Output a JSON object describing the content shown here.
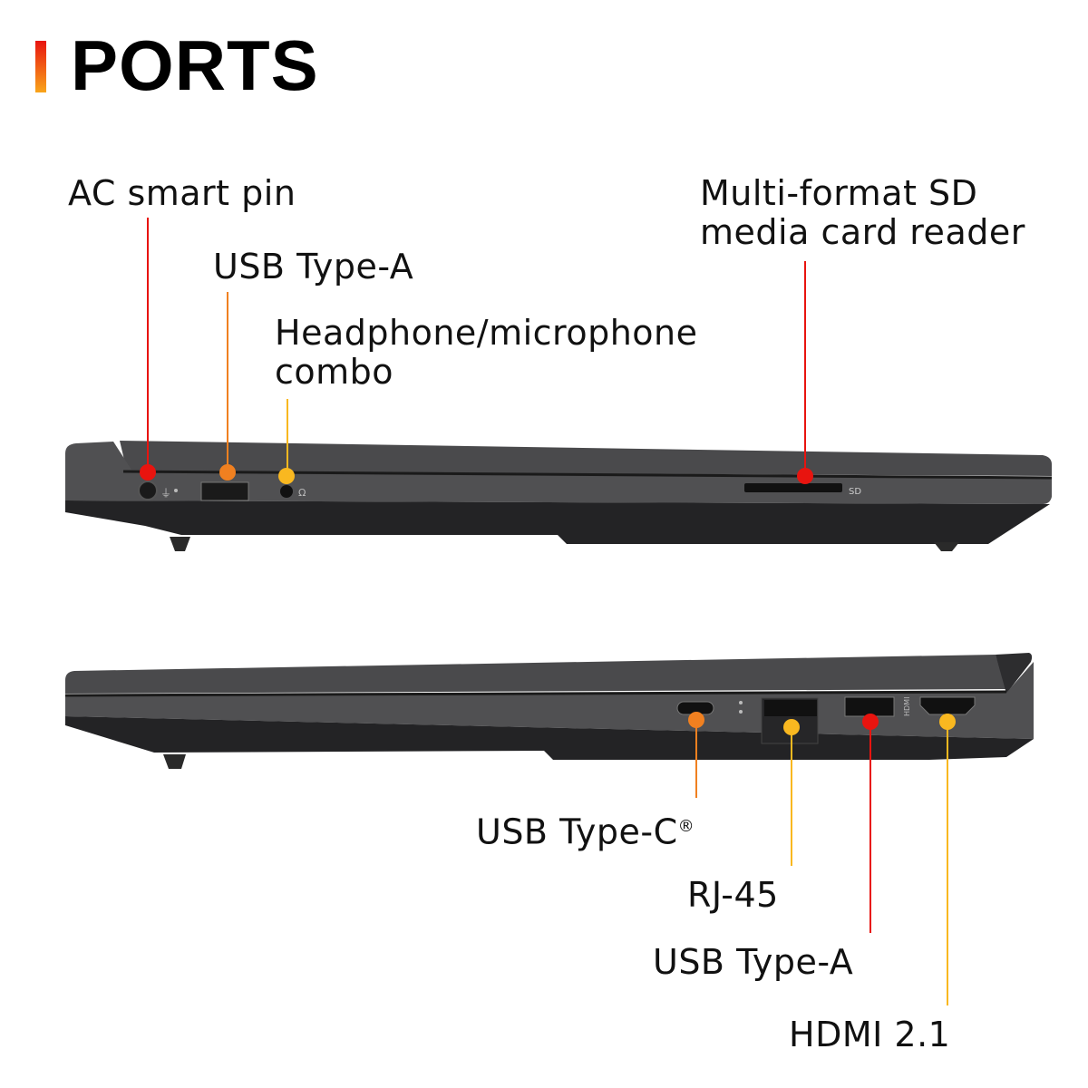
{
  "header": {
    "title": "PORTS"
  },
  "colors": {
    "red": "#e8140f",
    "orange": "#f08020",
    "yellow": "#f9b820",
    "chassis": "#3a3a3c"
  },
  "left_side": {
    "ports": [
      {
        "label": "AC smart pin",
        "color": "red"
      },
      {
        "label": "USB Type-A",
        "color": "orange"
      },
      {
        "label_line1": "Headphone/microphone",
        "label_line2": "combo",
        "color": "yellow"
      },
      {
        "label_line1": "Multi-format SD",
        "label_line2": "media card reader",
        "color": "red"
      }
    ],
    "sd_marking": "SD"
  },
  "right_side": {
    "ports": [
      {
        "label": "USB Type-C",
        "suffix": "®",
        "color": "orange"
      },
      {
        "label": "RJ-45",
        "color": "yellow"
      },
      {
        "label": "USB Type-A",
        "color": "red"
      },
      {
        "label": "HDMI 2.1",
        "color": "yellow"
      }
    ],
    "hdmi_marking": "HDMI"
  }
}
